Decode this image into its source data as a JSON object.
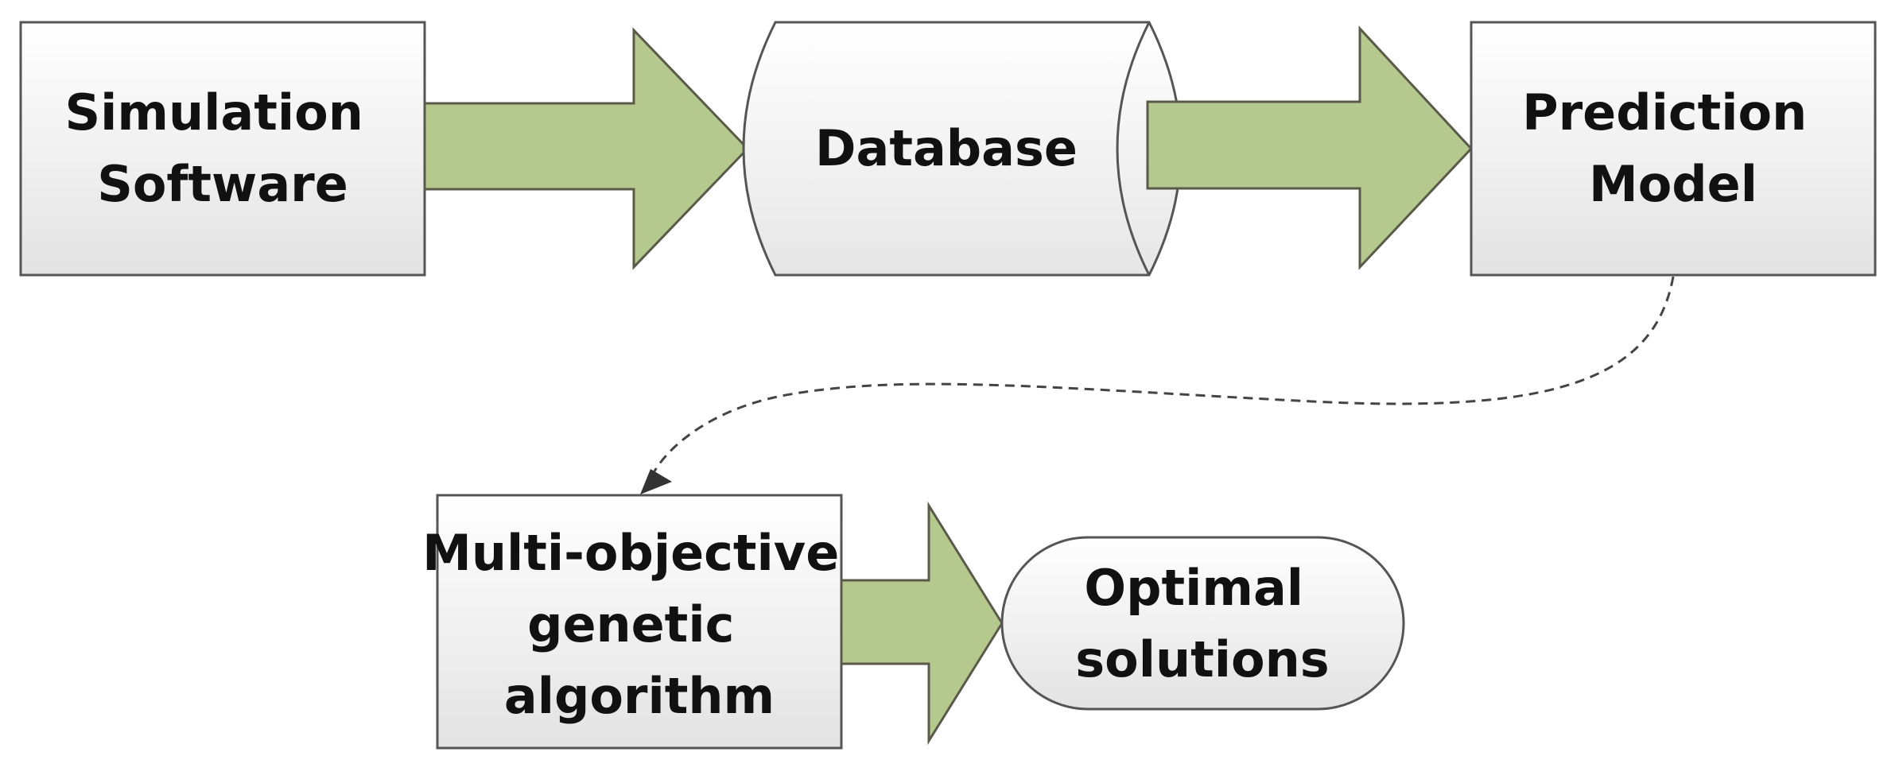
{
  "nodes": {
    "simulation_software": {
      "lines": [
        "Simulation",
        "Software"
      ]
    },
    "database": {
      "lines": [
        "Database"
      ]
    },
    "prediction_model": {
      "lines": [
        "Prediction",
        "Model"
      ]
    },
    "moga": {
      "lines": [
        "Multi-objective",
        "genetic",
        "algorithm"
      ]
    },
    "optimal_solutions": {
      "lines": [
        "Optimal",
        "solutions"
      ]
    }
  },
  "colors": {
    "arrow_fill": "#b5c98e",
    "box_gradient_top": "#ffffff",
    "box_gradient_bottom": "#e4e4e4",
    "outline": "#555555",
    "text": "#111111"
  }
}
